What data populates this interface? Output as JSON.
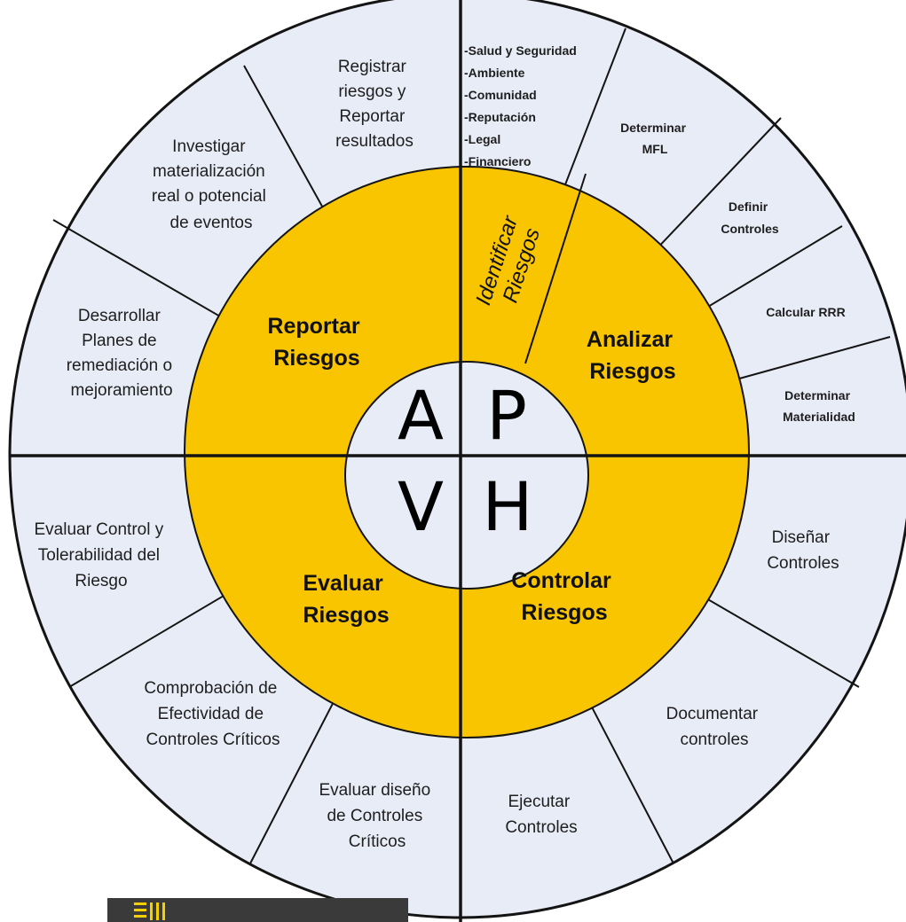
{
  "diagram": {
    "colors": {
      "outer_fill": "#e8ecf6",
      "phase_fill": "#f9c400",
      "center_fill": "#e8ecf6",
      "line": "#141414",
      "logo_bg": "#3a3a3a",
      "logo_accent": "#f5d000"
    },
    "center_letters": {
      "top_left": "A",
      "top_right": "P",
      "bottom_left": "V",
      "bottom_right": "H"
    },
    "phases": {
      "reportar": [
        "Reportar",
        "Riesgos"
      ],
      "analizar": [
        "Analizar",
        "Riesgos"
      ],
      "evaluar": [
        "Evaluar",
        "Riesgos"
      ],
      "controlar": [
        "Controlar",
        "Riesgos"
      ],
      "identificar": [
        "Identificar",
        "Riesgos"
      ]
    },
    "outer": {
      "registrar": [
        "Registrar",
        "riesgos y",
        "Reportar",
        "resultados"
      ],
      "investigar": [
        "Investigar",
        "materialización",
        "real o potencial",
        "de eventos"
      ],
      "desarrollar": [
        "Desarrollar",
        "Planes de",
        "remediación o",
        "mejoramiento"
      ],
      "evaluar_control": [
        "Evaluar Control y",
        "Tolerabilidad del",
        "Riesgo"
      ],
      "comprobacion": [
        "Comprobación de",
        "Efectividad de",
        "Controles Críticos"
      ],
      "evaluar_diseno": [
        "Evaluar diseño",
        "de Controles",
        "Críticos"
      ],
      "ejecutar": [
        "Ejecutar",
        "Controles"
      ],
      "documentar": [
        "Documentar",
        "controles"
      ],
      "disenar": [
        "Diseñar",
        "Controles"
      ],
      "determinar_materialidad": [
        "Determinar",
        "Materialidad"
      ],
      "calcular_rrr": [
        "Calcular RRR"
      ],
      "definir_controles": [
        "Definir",
        "Controles"
      ],
      "determinar_mfl": [
        "Determinar",
        "MFL"
      ],
      "consecuencias": [
        "-Salud y Seguridad",
        "-Ambiente",
        "-Comunidad",
        "-Reputación",
        "-Legal",
        "-Financiero"
      ]
    }
  }
}
